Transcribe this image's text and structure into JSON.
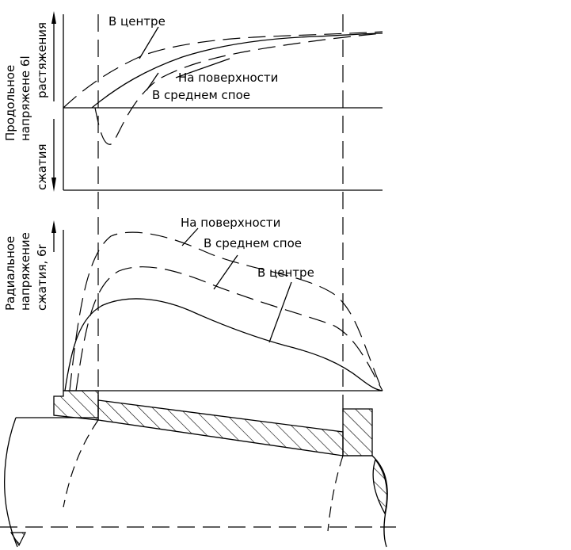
{
  "top_chart": {
    "y_label_line1": "Продольное",
    "y_label_line2": "напряжене 6l",
    "tension_label": "растяжения",
    "compression_label": "сжатия",
    "curve_center": "В центре",
    "curve_surface": "На поверхности",
    "curve_middle": "В среднем спое"
  },
  "bottom_chart": {
    "y_label_line1": "Радиальное",
    "y_label_line2": "напряжение",
    "y_label_line3": "сжатия, 6r",
    "curve_surface": "На поверхности",
    "curve_middle": "В среднем спое",
    "curve_center": "В центре"
  }
}
